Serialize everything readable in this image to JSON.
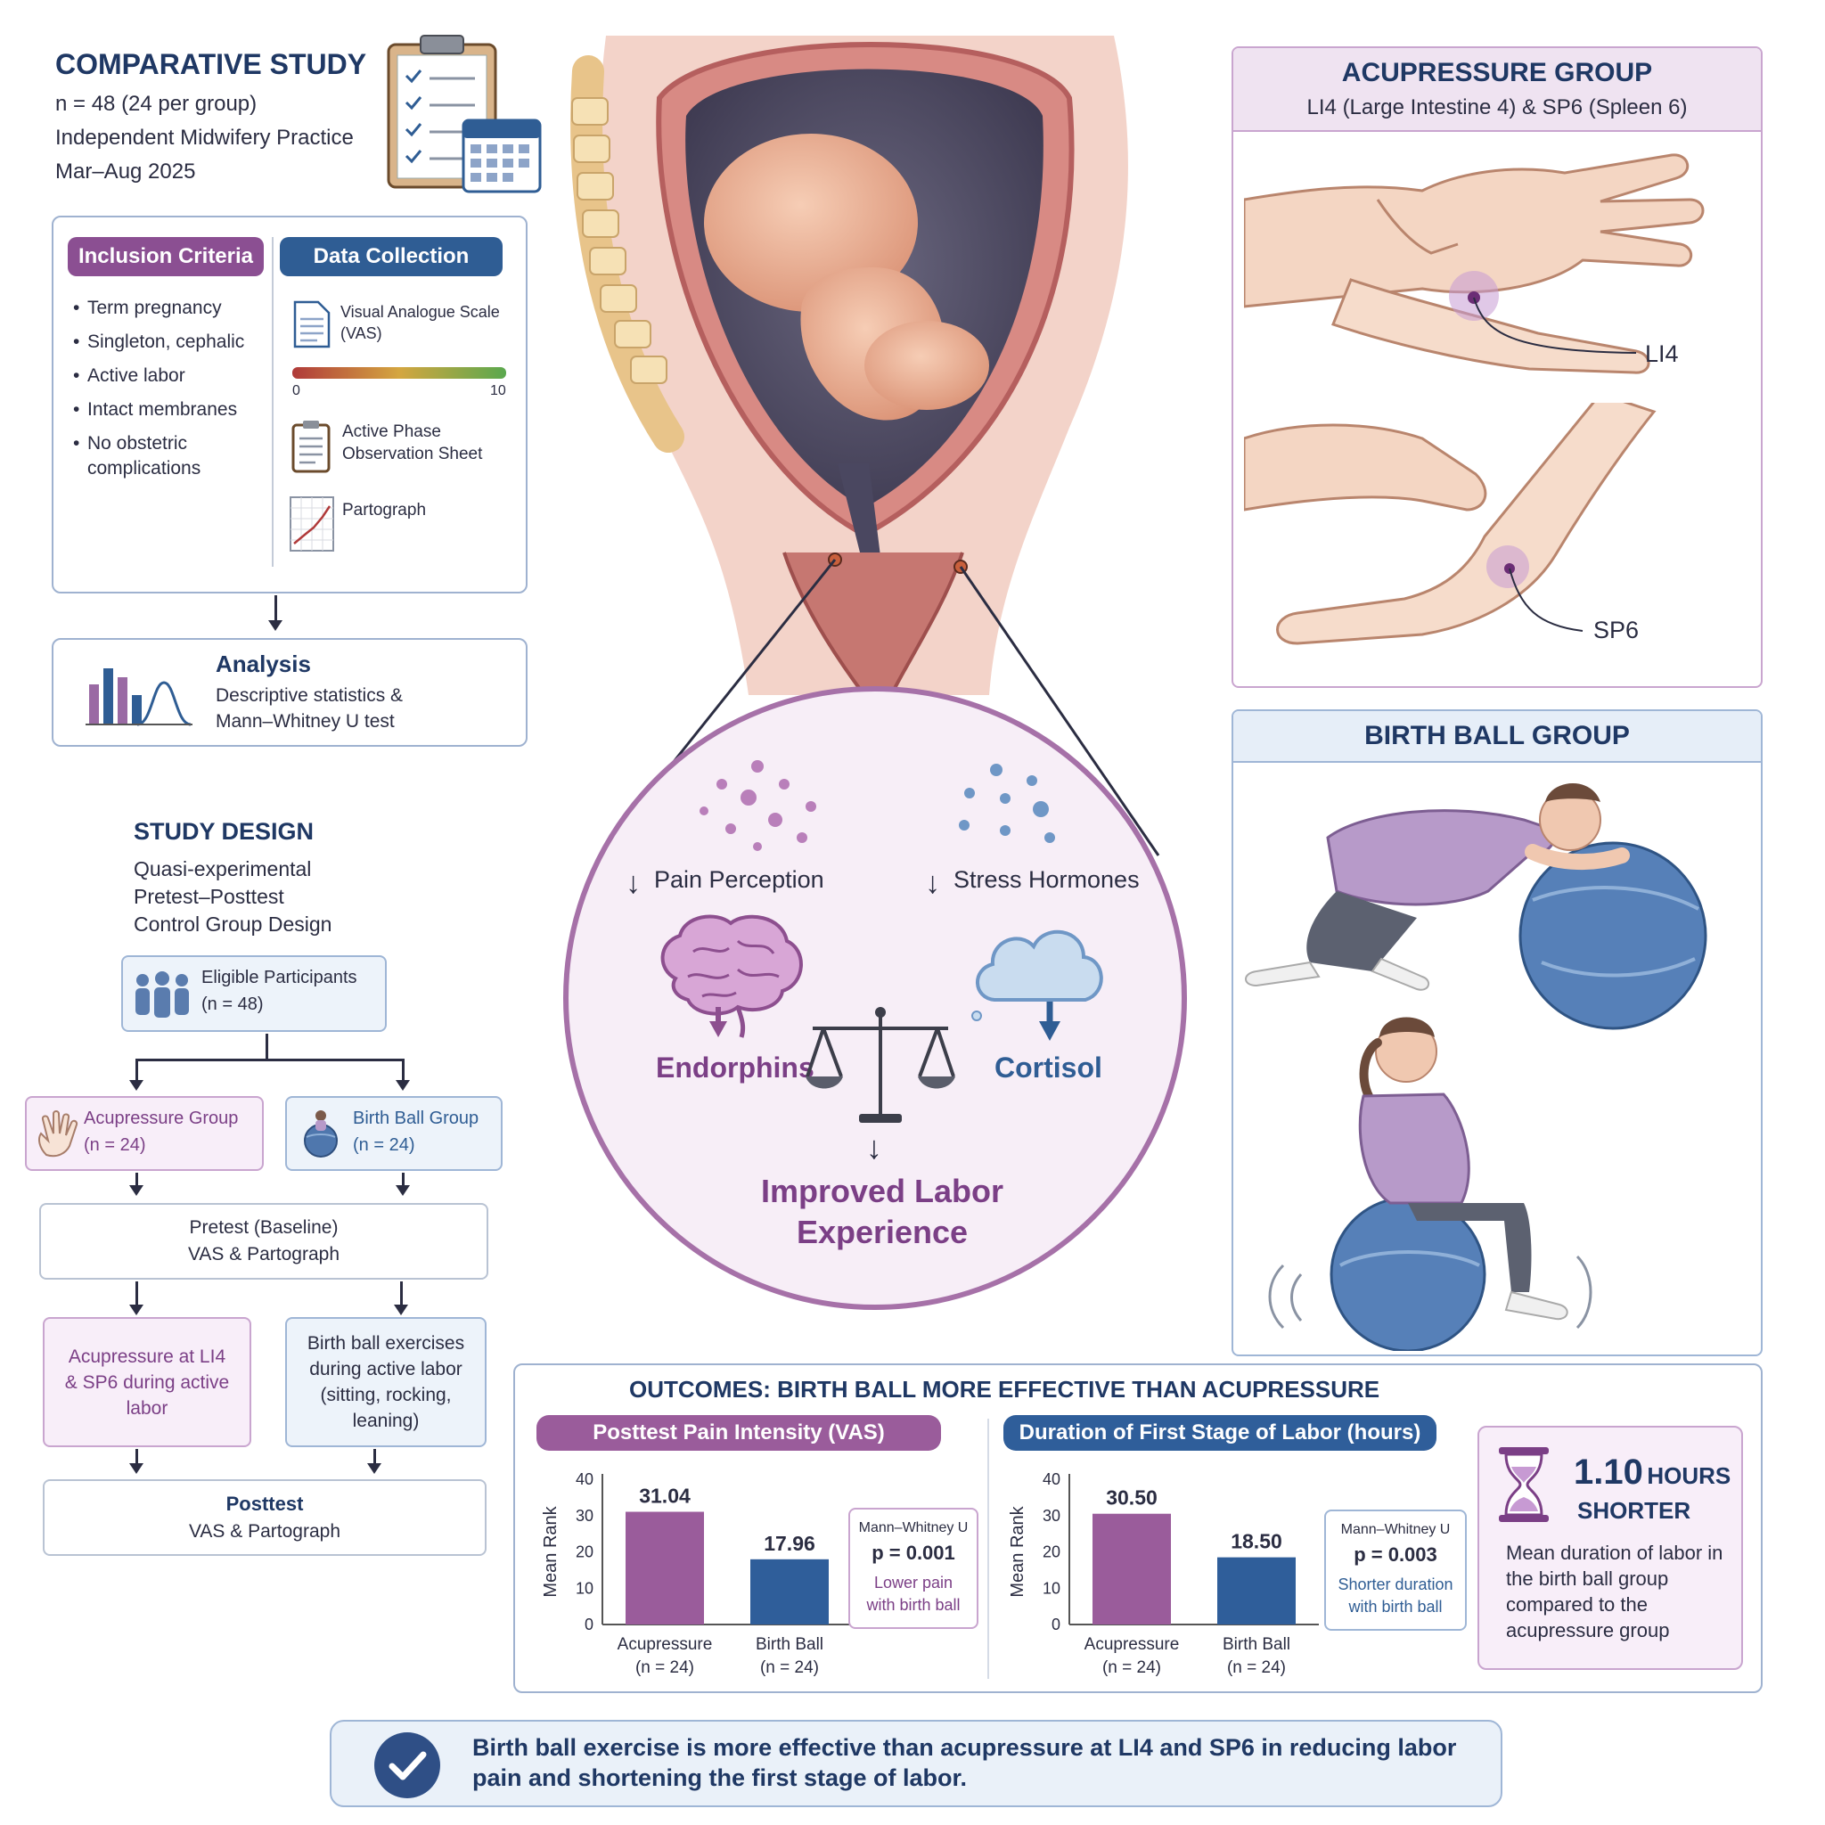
{
  "study": {
    "title": "COMPARATIVE STUDY",
    "n": "n = 48 (24 per group)",
    "setting": "Independent Midwifery Practice",
    "period": "Mar–Aug 2025"
  },
  "inclusion": {
    "title": "Inclusion Criteria",
    "items": [
      "Term pregnancy",
      "Singleton, cephalic",
      "Active labor",
      "Intact membranes",
      "No obstetric complications"
    ]
  },
  "data_collection": {
    "title": "Data Collection",
    "vas_label": "Visual Analogue Scale (VAS)",
    "scale_min": "0",
    "scale_max": "10",
    "sheet_label": "Active Phase Observation Sheet",
    "partograph_label": "Partograph"
  },
  "analysis": {
    "title": "Analysis",
    "text": "Descriptive statistics & Mann–Whitney U test"
  },
  "design": {
    "title": "STUDY DESIGN",
    "line1": "Quasi-experimental",
    "line2": "Pretest–Posttest",
    "line3": "Control Group Design",
    "eligible": "Eligible Participants",
    "eligible_n": "(n = 48)",
    "acu_group": "Acupressure Group",
    "acu_n": "(n = 24)",
    "ball_group": "Birth Ball Group",
    "ball_n": "(n = 24)",
    "pretest": "Pretest (Baseline)",
    "pretest_sub": "VAS & Partograph",
    "acu_intervention": "Acupressure at LI4 & SP6 during active labor",
    "ball_intervention": "Birth ball exercises during active labor (sitting, rocking, leaning)",
    "posttest": "Posttest",
    "posttest_sub": "VAS & Partograph"
  },
  "mechanism": {
    "pain": "Pain Perception",
    "stress": "Stress Hormones",
    "endorphins": "Endorphins",
    "cortisol": "Cortisol",
    "result_line1": "Improved Labor",
    "result_line2": "Experience"
  },
  "acupressure_panel": {
    "title": "ACUPRESSURE GROUP",
    "subtitle": "LI4 (Large Intestine 4) & SP6 (Spleen 6)",
    "point1": "LI4",
    "point2": "SP6"
  },
  "ballpanel": {
    "title": "BIRTH BALL GROUP"
  },
  "outcomes": {
    "title": "OUTCOMES: BIRTH BALL MORE EFFECTIVE THAN ACUPRESSURE",
    "hours_value": "1.10",
    "hours_unit": "HOURS",
    "hours_word": "SHORTER",
    "hours_text": "Mean duration of labor in the birth ball group compared to the acupressure group"
  },
  "chart_data": [
    {
      "type": "bar",
      "title": "Posttest Pain Intensity (VAS)",
      "ylabel": "Mean Rank",
      "ylim": [
        0,
        40
      ],
      "yticks": [
        "0",
        "10",
        "20",
        "30",
        "40"
      ],
      "categories": [
        "Acupressure",
        "Birth Ball"
      ],
      "category_sub": [
        "(n = 24)",
        "(n = 24)"
      ],
      "values": [
        31.04,
        17.96
      ],
      "labels": [
        "31.04",
        "17.96"
      ],
      "colors": [
        "#9a5c9b",
        "#2f5e9a"
      ],
      "test": "Mann–Whitney U",
      "p": "p = 0.001",
      "note": "Lower pain with birth ball"
    },
    {
      "type": "bar",
      "title": "Duration of First Stage of Labor (hours)",
      "ylabel": "Mean Rank",
      "ylim": [
        0,
        40
      ],
      "yticks": [
        "0",
        "10",
        "20",
        "30",
        "40"
      ],
      "categories": [
        "Acupressure",
        "Birth Ball"
      ],
      "category_sub": [
        "(n = 24)",
        "(n = 24)"
      ],
      "values": [
        30.5,
        18.5
      ],
      "labels": [
        "30.50",
        "18.50"
      ],
      "colors": [
        "#9a5c9b",
        "#2f5e9a"
      ],
      "test": "Mann–Whitney U",
      "p": "p = 0.003",
      "note": "Shorter duration with birth ball"
    }
  ],
  "conclusion": {
    "text": "Birth ball exercise is more effective than acupressure at LI4 and SP6 in reducing labor pain and shortening the first stage of labor."
  },
  "colors": {
    "navy": "#1f3864",
    "purple": "#7b3f86",
    "blue": "#2f5d94"
  }
}
